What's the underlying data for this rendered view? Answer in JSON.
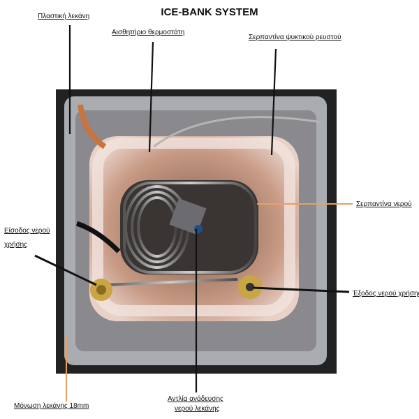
{
  "title": "ICE-BANK SYSTEM",
  "labels": {
    "plastic_basin": "Πλαστική λεκάνη",
    "thermostat_sensor": "Αισθητήριο θερμοστάτη",
    "refrigerant_coil": "Σερπαντίνα ψυκτικού ρευστού",
    "water_coil": "Σερπαντίνα νερού",
    "water_inlet_line1": "Είσοδος νερού",
    "water_inlet_line2": "χρήσης",
    "water_outlet": "Έξοδος νερού χρήσης",
    "basin_insulation": "Μόνωση λεκάνης 18mm",
    "pump_line1": "Αντλία ανάδευσης",
    "pump_line2": "νερού λεκάνης"
  },
  "colors": {
    "leader_dark": "#111111",
    "leader_orange": "#e8a060"
  }
}
